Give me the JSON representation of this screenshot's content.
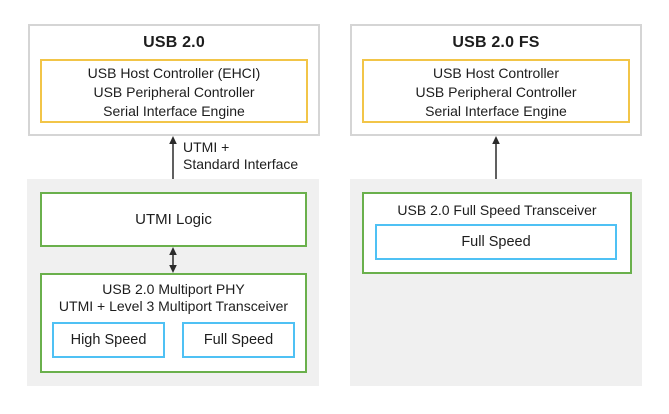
{
  "diagram": {
    "left": {
      "title": "USB 2.0",
      "controller_lines": {
        "0": "USB Host Controller (EHCI)",
        "1": "USB Peripheral Controller",
        "2": "Serial Interface Engine"
      },
      "arrow_label": {
        "line1": "UTMI +",
        "line2": "Standard Interface"
      },
      "utmi_logic_label": "UTMI Logic",
      "phy_title_line1": "USB 2.0 Multiport PHY",
      "phy_title_line2": "UTMI + Level 3 Multiport Transceiver",
      "high_speed_label": "High Speed",
      "full_speed_label": "Full Speed"
    },
    "right": {
      "title": "USB 2.0 FS",
      "controller_lines": {
        "0": "USB Host Controller",
        "1": "USB Peripheral Controller",
        "2": "Serial Interface Engine"
      },
      "transceiver_label": "USB 2.0 Full Speed Transceiver",
      "full_speed_label": "Full Speed"
    },
    "colors": {
      "outer_border": "#d5d5d5",
      "controller_border": "#f2c548",
      "phy_border": "#6ab04c",
      "speed_border": "#4fc1f4",
      "panel_background": "#f0f0f0",
      "arrow": "#2b2b2b"
    }
  }
}
